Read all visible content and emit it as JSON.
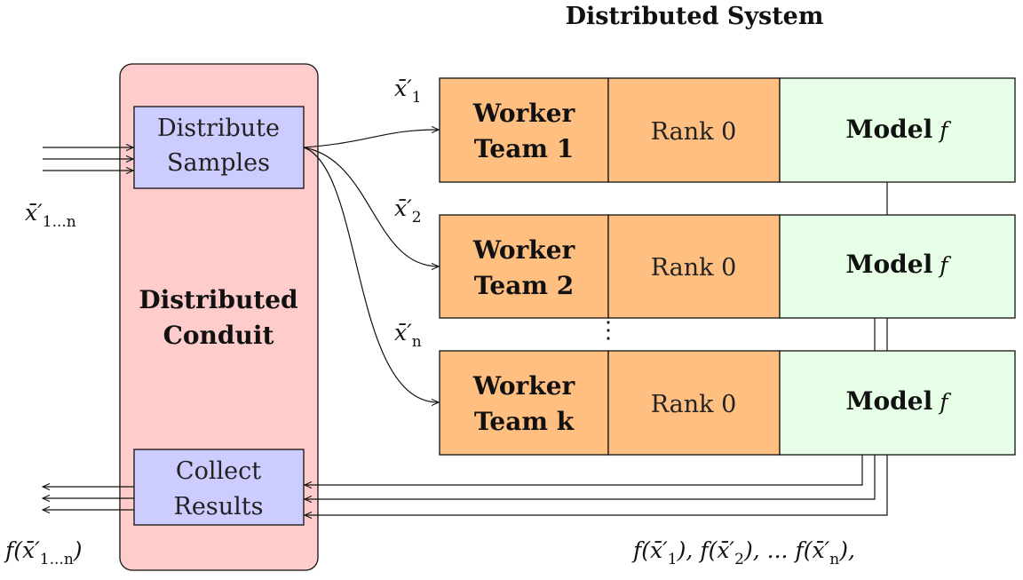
{
  "title": "Distributed System",
  "conduit": {
    "label_line1": "Distributed",
    "label_line2": "Conduit",
    "distribute": {
      "line1": "Distribute",
      "line2": "Samples"
    },
    "collect": {
      "line1": "Collect",
      "line2": "Results"
    }
  },
  "teams": [
    {
      "line1": "Worker",
      "line2": "Team 1",
      "rank": "Rank 0",
      "model": "Model",
      "model_sym": "f",
      "input_base": "x̄′",
      "input_sub": "1"
    },
    {
      "line1": "Worker",
      "line2": "Team 2",
      "rank": "Rank 0",
      "model": "Model",
      "model_sym": "f",
      "input_base": "x̄′",
      "input_sub": "2"
    },
    {
      "line1": "Worker",
      "line2": "Team k",
      "rank": "Rank 0",
      "model": "Model",
      "model_sym": "f",
      "input_base": "x̄′",
      "input_sub": "n"
    }
  ],
  "ellipsis": "⋮",
  "input_label": {
    "base": "x̄′",
    "sub": "1...n"
  },
  "output_label": {
    "pre": "f(x̄′",
    "sub": "1...n",
    "post": ")"
  },
  "results_label": {
    "t1_pre": "f(x̄′",
    "t1_sub": "1",
    "t1_post": "),",
    "t2_pre": "f(x̄′",
    "t2_sub": "2",
    "t2_post": "),",
    "t3_pre": "... f(x̄′",
    "t3_sub": "n",
    "t3_post": "),"
  },
  "colors": {
    "conduit_fill": "#ffcccc",
    "inner_box_fill": "#ccccff",
    "worker_fill": "#ffbf80",
    "model_fill": "#e6ffe6",
    "stroke": "#111111"
  }
}
